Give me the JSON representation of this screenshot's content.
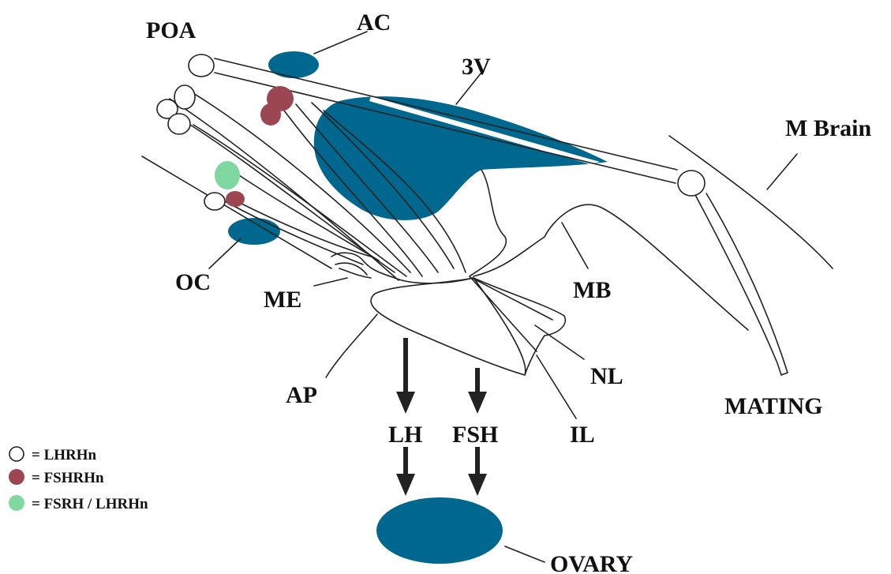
{
  "colors": {
    "teal": "#00678e",
    "maroon": "#9c4651",
    "mint": "#7fd89f",
    "line": "#222222",
    "arrow": "#222222"
  },
  "labels": {
    "poa": "POA",
    "ac": "AC",
    "third_ventricle": "3V",
    "m_brain": "M Brain",
    "oc": "OC",
    "me": "ME",
    "mb": "MB",
    "ap": "AP",
    "nl": "NL",
    "il": "IL",
    "mating": "MATING",
    "lh": "LH",
    "fsh": "FSH",
    "ovary": "OVARY"
  },
  "legend": [
    {
      "symbol": "open-circle",
      "color": "#ffffff",
      "label": "= LHRHn"
    },
    {
      "symbol": "filled-circle",
      "color": "#9c4651",
      "label": "= FSHRHn"
    },
    {
      "symbol": "filled-circle",
      "color": "#7fd89f",
      "label": "= FSRH / LHRHn"
    }
  ]
}
